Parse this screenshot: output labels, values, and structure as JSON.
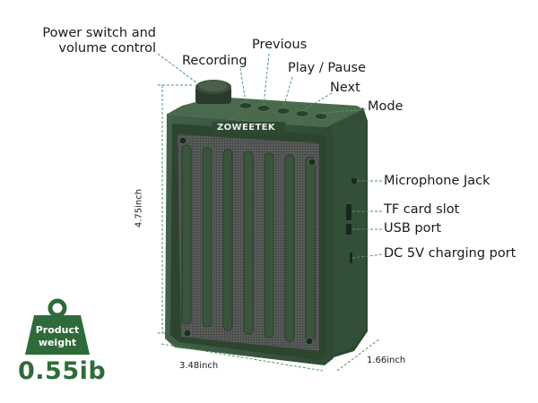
{
  "brand": "ZOWEETEK",
  "callouts": {
    "power": [
      "Power switch and",
      "volume control"
    ],
    "recording": "Recording",
    "previous": "Previous",
    "play_pause": "Play / Pause",
    "next": "Next",
    "mode": "Mode",
    "mic_jack": "Microphone Jack",
    "tf_slot": "TF card slot",
    "usb_port": "USB port",
    "charging_port": "DC 5V charging port"
  },
  "dimensions": {
    "height": "4.75inch",
    "width": "3.48inch",
    "depth": "1.66inch"
  },
  "badge": {
    "line1": "Product",
    "line2": "weight",
    "weight_value": "0.55ib"
  },
  "colors": {
    "body": "#3e5a3f",
    "body_dark": "#263a28",
    "accent_green": "#2f6b3a",
    "leader": "#4f9a5d"
  }
}
